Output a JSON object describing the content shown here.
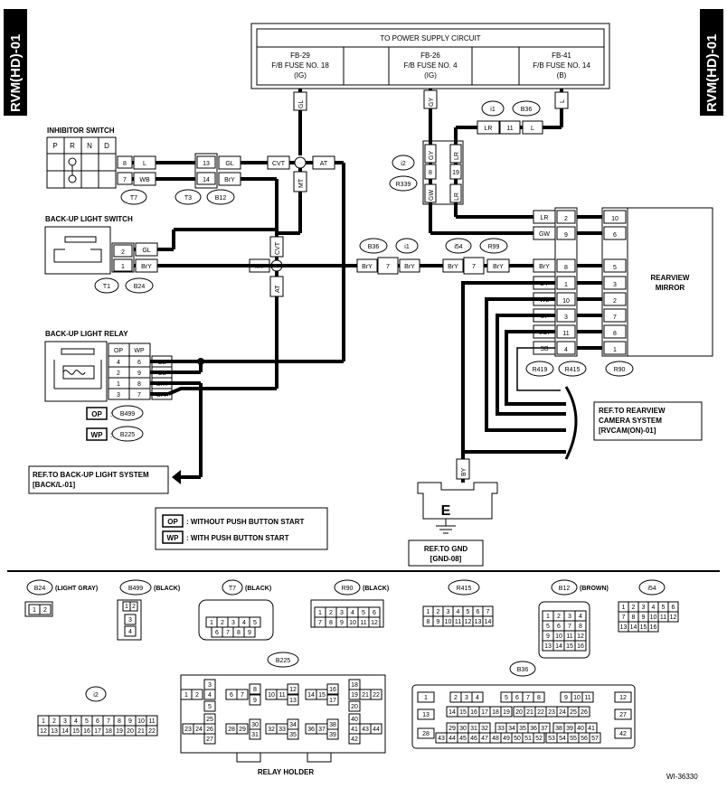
{
  "page_code": "RVM(HD)-01",
  "figure_code": "WI-36330",
  "power": {
    "title": "TO POWER SUPPLY CIRCUIT",
    "fuses": [
      {
        "id": "FB-29",
        "name": "F/B FUSE NO. 18",
        "circuit": "(IG)"
      },
      {
        "id": "FB-26",
        "name": "F/B FUSE NO. 4",
        "circuit": "(IG)"
      },
      {
        "id": "FB-41",
        "name": "F/B FUSE NO. 14",
        "circuit": "(B)"
      }
    ],
    "wire_colors": [
      "GL",
      "GY",
      "L"
    ]
  },
  "components": {
    "inhibitor": {
      "title": "INHIBITOR SWITCH",
      "cols": [
        "P",
        "R",
        "N",
        "D"
      ],
      "pins": [
        {
          "n": "8",
          "c": "L"
        },
        {
          "n": "7",
          "c": "WB"
        }
      ],
      "connector": "T7"
    },
    "t3_conn": {
      "pins": [
        {
          "n": "13",
          "c": "GL"
        },
        {
          "n": "14",
          "c": "BrY"
        }
      ],
      "labels": [
        "T3",
        "B12"
      ]
    },
    "backup_switch": {
      "title": "BACK-UP LIGHT SWITCH",
      "pins": [
        {
          "n": "2",
          "c": "GL"
        },
        {
          "n": "1",
          "c": "BrY"
        }
      ],
      "labels": [
        "T1",
        "B24"
      ]
    },
    "relay": {
      "title": "BACK-UP LIGHT RELAY",
      "head": [
        "OP",
        "WP"
      ],
      "rows": [
        {
          "op": "4",
          "wp": "6",
          "c": "GL"
        },
        {
          "op": "2",
          "wp": "9",
          "c": "GL"
        },
        {
          "op": "1",
          "wp": "8",
          "c": "BrR"
        },
        {
          "op": "3",
          "wp": "7",
          "c": "BrY"
        }
      ],
      "ops": [
        {
          "tag": "OP",
          "conn": "B499"
        },
        {
          "tag": "WP",
          "conn": "B225"
        }
      ]
    },
    "junction": {
      "cvt": "CVT",
      "at": "AT",
      "mt": "MT"
    },
    "i2_conn": {
      "labels": [
        "i2",
        "R339"
      ],
      "pins": [
        "8",
        "19"
      ],
      "top_colors": [
        "GY",
        "LR"
      ],
      "bottom_colors": [
        "GW",
        "LR"
      ]
    },
    "i1_top": {
      "labels": [
        "i1",
        "B36"
      ],
      "pin": "11",
      "left": "LR",
      "right": "L"
    },
    "mid_conns": [
      {
        "labels": [
          "B36",
          "i1"
        ],
        "pin": "7",
        "left": "BrY",
        "right": "BrY"
      },
      {
        "labels": [
          "i54",
          "R99"
        ],
        "pin": "7",
        "left": "BrY",
        "right": "BrY"
      }
    ],
    "mirror": {
      "title": "REARVIEW MIRROR",
      "rows": [
        {
          "c": "LR",
          "a": "2",
          "b": "10"
        },
        {
          "c": "GW",
          "a": "9",
          "b": "6"
        },
        {
          "c": "BrY",
          "a": "8",
          "b": "5"
        },
        {
          "c": "BY",
          "a": "1",
          "b": "3"
        },
        {
          "c": "WL",
          "a": "10",
          "b": "2"
        },
        {
          "c": "LY",
          "a": "3",
          "b": "7"
        },
        {
          "c": "LOr",
          "a": "11",
          "b": "8"
        },
        {
          "c": "SB",
          "a": "4",
          "b": "1"
        }
      ],
      "labels": [
        "R419",
        "R415",
        "R90"
      ]
    },
    "camera_ref": {
      "text": "REF.TO REARVIEW CAMERA SYSTEM [RVCAM(ON)-01]"
    },
    "backlight_ref": {
      "text": "REF.TO BACK-UP LIGHT SYSTEM [BACK/L-01]"
    },
    "ground": {
      "wire": "BY",
      "symbol": "E",
      "ref": "REF.TO GND [GND-08]"
    },
    "legend": [
      {
        "tag": "OP",
        "text": ": WITHOUT PUSH BUTTON START"
      },
      {
        "tag": "WP",
        "text": ": WITH PUSH BUTTON START"
      }
    ]
  },
  "connectors": [
    {
      "id": "B24",
      "desc": "(LIGHT GRAY)",
      "pins": [
        "1",
        "2"
      ]
    },
    {
      "id": "B499",
      "desc": "(BLACK)",
      "pins": [
        "1",
        "2",
        "3",
        "4"
      ]
    },
    {
      "id": "T7",
      "desc": "(BLACK)",
      "pins": [
        "1",
        "2",
        "3",
        "4",
        "5",
        "6",
        "7",
        "8",
        "9"
      ]
    },
    {
      "id": "R90",
      "desc": "(BLACK)",
      "pins": [
        "1",
        "2",
        "3",
        "4",
        "5",
        "6",
        "7",
        "8",
        "9",
        "10",
        "11",
        "12"
      ]
    },
    {
      "id": "R415",
      "desc": "",
      "pins": [
        "1",
        "2",
        "3",
        "4",
        "5",
        "6",
        "7",
        "8",
        "9",
        "10",
        "11",
        "12",
        "13",
        "14"
      ]
    },
    {
      "id": "B12",
      "desc": "(BROWN)",
      "pins": [
        "1",
        "2",
        "3",
        "4",
        "5",
        "6",
        "7",
        "8",
        "9",
        "10",
        "11",
        "12",
        "13",
        "14",
        "15",
        "16"
      ]
    },
    {
      "id": "i54",
      "desc": "",
      "pins": [
        "1",
        "2",
        "3",
        "4",
        "5",
        "6",
        "7",
        "8",
        "9",
        "10",
        "11",
        "12",
        "13",
        "14",
        "15",
        "16"
      ]
    },
    {
      "id": "i2",
      "desc": "",
      "pins": [
        "1",
        "2",
        "3",
        "4",
        "5",
        "6",
        "7",
        "8",
        "9",
        "10",
        "11",
        "12",
        "13",
        "14",
        "15",
        "16",
        "17",
        "18",
        "19",
        "20",
        "21",
        "22"
      ]
    },
    {
      "id": "B225",
      "desc": "",
      "pins": [
        "1",
        "2",
        "3",
        "4",
        "5",
        "6",
        "7",
        "8",
        "9",
        "10",
        "11",
        "12",
        "13",
        "14",
        "15",
        "16",
        "17",
        "18",
        "19",
        "20",
        "21",
        "22",
        "23",
        "24",
        "25",
        "26",
        "27",
        "28",
        "29",
        "30",
        "31",
        "32",
        "33",
        "34",
        "35",
        "36",
        "37",
        "38",
        "39",
        "40",
        "41",
        "42",
        "43",
        "44"
      ]
    },
    {
      "id": "B36",
      "desc": "",
      "pins": [
        "1",
        "2",
        "3",
        "4",
        "5",
        "6",
        "7",
        "8",
        "9",
        "10",
        "11",
        "12",
        "13",
        "14",
        "15",
        "16",
        "17",
        "18",
        "19",
        "20",
        "21",
        "22",
        "23",
        "24",
        "25",
        "26",
        "27",
        "28",
        "29",
        "30",
        "31",
        "32",
        "33",
        "34",
        "35",
        "36",
        "37",
        "38",
        "39",
        "40",
        "41",
        "42",
        "43",
        "44",
        "45",
        "46",
        "47",
        "48",
        "49",
        "50",
        "51",
        "52",
        "53",
        "54",
        "55",
        "56",
        "57"
      ]
    }
  ],
  "relay_holder": "RELAY HOLDER"
}
